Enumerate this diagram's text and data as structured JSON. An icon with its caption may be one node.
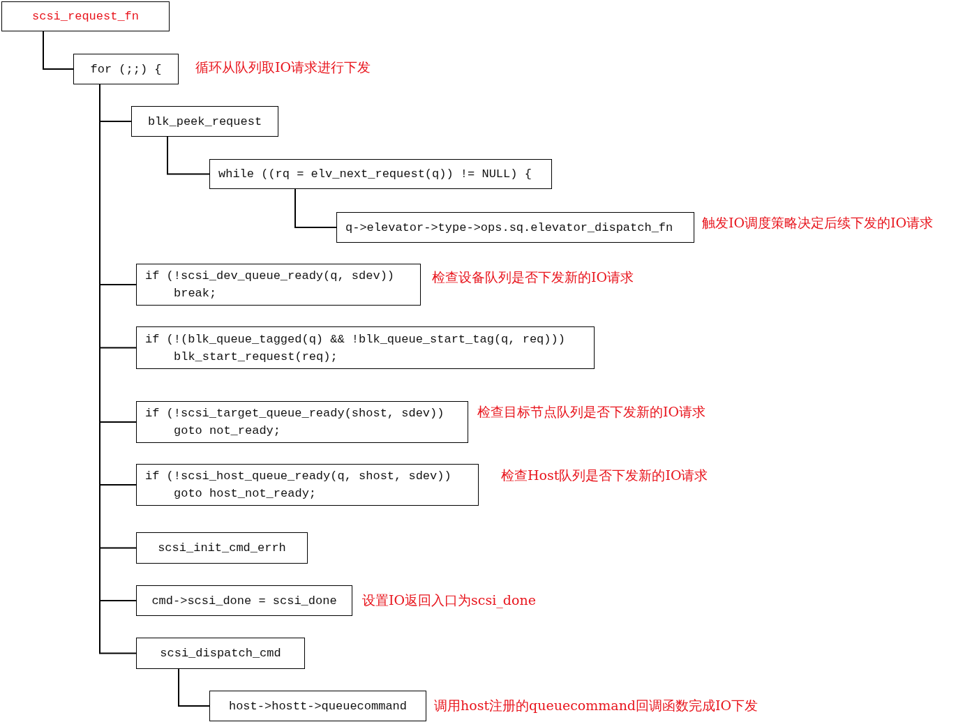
{
  "diagram": {
    "nodes": [
      {
        "text": [
          "scsi_request_fn"
        ]
      },
      {
        "text": [
          "for (;;) {"
        ],
        "beside": [
          "循环从队列取IO请求进行下发"
        ]
      },
      {
        "text": [
          "blk_peek_request"
        ]
      },
      {
        "text": [
          "while ((rq = elv_next_request(q)) != NULL) {"
        ]
      },
      {
        "text": [
          "q->elevator->type->ops.sq.elevator_dispatch_fn"
        ],
        "beside": [
          "触发IO调度策略决定后续下发的IO请求"
        ]
      },
      {
        "text": [
          "if (!scsi_dev_queue_ready(q, sdev))",
          "break;"
        ],
        "beside": [
          "检查设备队列是否下发新的IO请求"
        ]
      },
      {
        "text": [
          "if (!(blk_queue_tagged(q) && !blk_queue_start_tag(q, req)))",
          "blk_start_request(req);"
        ]
      },
      {
        "text": [
          "if (!scsi_target_queue_ready(shost, sdev))",
          "goto not_ready;"
        ],
        "beside": [
          "检查目标节点队列是否下发新的IO请求"
        ]
      },
      {
        "text": [
          "if (!scsi_host_queue_ready(q, shost, sdev))",
          "goto host_not_ready;"
        ],
        "beside": [
          "检查Host队列是否下发新的IO请求"
        ]
      },
      {
        "text": [
          "scsi_init_cmd_errh"
        ]
      },
      {
        "text": [
          "cmd->scsi_done = scsi_done"
        ],
        "beside": [
          "设置IO返回入口为scsi_done"
        ]
      },
      {
        "text": [
          "scsi_dispatch_cmd"
        ]
      },
      {
        "text": [
          "host->hostt->queuecommand"
        ],
        "beside": [
          "调用host注册的queuecommand回调函数完成IO下发"
        ]
      }
    ],
    "edges": [
      {
        "from": 0,
        "to": 1,
        "arrow": "none"
      },
      {
        "from": 1,
        "to": 2,
        "arrow": "none"
      },
      {
        "from": 2,
        "to": 3,
        "arrow": "none"
      },
      {
        "from": 3,
        "to": 4,
        "arrow": "none"
      },
      {
        "from": 1,
        "to": 5,
        "arrow": "none"
      },
      {
        "from": 1,
        "to": 6,
        "arrow": "none"
      },
      {
        "from": 1,
        "to": 7,
        "arrow": "none"
      },
      {
        "from": 1,
        "to": 8,
        "arrow": "none"
      },
      {
        "from": 1,
        "to": 9,
        "arrow": "none"
      },
      {
        "from": 1,
        "to": 10,
        "arrow": "none"
      },
      {
        "from": 1,
        "to": 11,
        "arrow": "none"
      },
      {
        "from": 11,
        "to": 12,
        "arrow": "none"
      }
    ]
  }
}
